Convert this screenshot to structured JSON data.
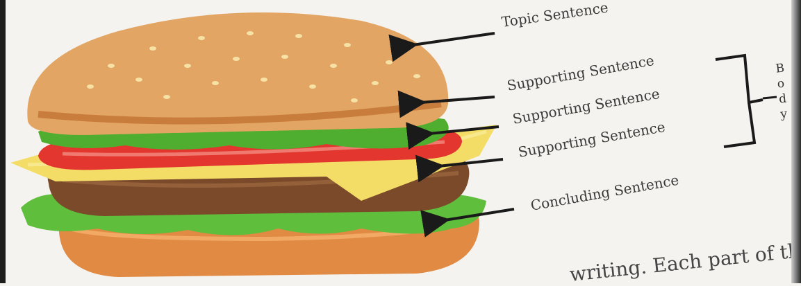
{
  "labels": {
    "topic": "Topic Sentence",
    "supporting_1": "Supporting Sentence",
    "supporting_2": "Supporting Sentence",
    "supporting_3": "Supporting Sentence",
    "concluding": "Concluding Sentence"
  },
  "side_note": [
    "B",
    "o",
    "d",
    "y"
  ],
  "footer_text": "writing. Each part of the",
  "colors": {
    "bun": "#e3a564",
    "bun_dark": "#c97d3d",
    "lettuce": "#5fbe3b",
    "tomato": "#e2362f",
    "cheese": "#f4dd66",
    "patty": "#7a4a2a",
    "arrow": "#1a1a1a"
  },
  "icons": [
    "hamburger-illustration",
    "arrow-icon",
    "bracket-icon"
  ]
}
